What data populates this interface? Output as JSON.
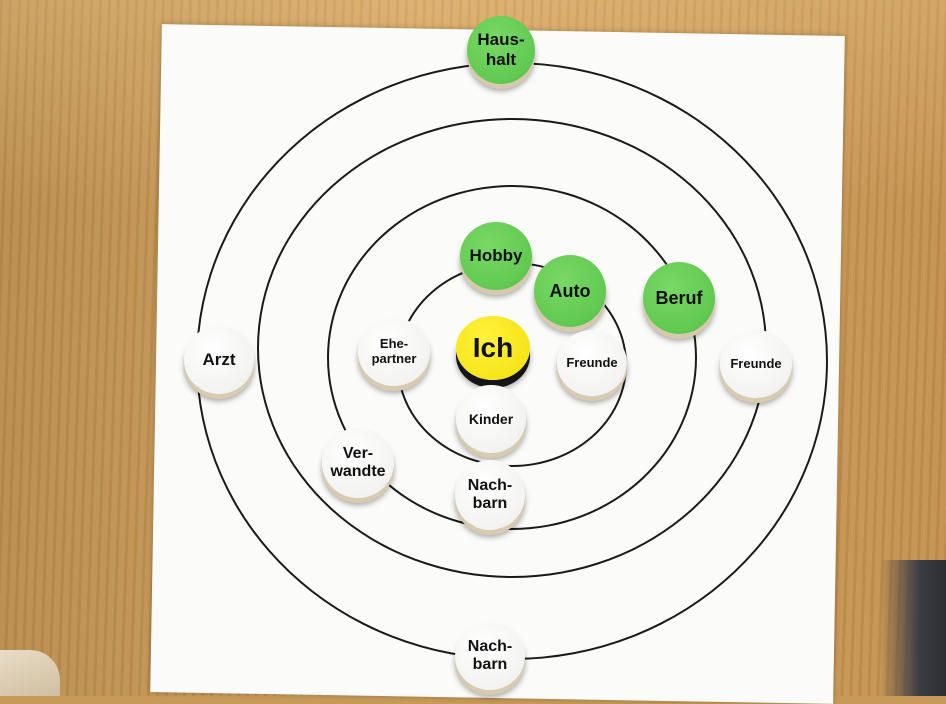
{
  "board": {
    "center_label": "Ich",
    "center_color": "#f5e316",
    "ring_count": 4,
    "tokens": [
      {
        "id": "haushalt",
        "label": "Haus-\nhalt",
        "color": "green"
      },
      {
        "id": "hobby",
        "label": "Hobby",
        "color": "green"
      },
      {
        "id": "auto",
        "label": "Auto",
        "color": "green"
      },
      {
        "id": "beruf",
        "label": "Beruf",
        "color": "green"
      },
      {
        "id": "arzt",
        "label": "Arzt",
        "color": "white"
      },
      {
        "id": "ehepartner",
        "label": "Ehe-\npartner",
        "color": "white"
      },
      {
        "id": "freunde-inner",
        "label": "Freunde",
        "color": "white"
      },
      {
        "id": "freunde-outer",
        "label": "Freunde",
        "color": "white"
      },
      {
        "id": "kinder",
        "label": "Kinder",
        "color": "white"
      },
      {
        "id": "verwandte",
        "label": "Ver-\nwandte",
        "color": "white"
      },
      {
        "id": "nachbarn-inner",
        "label": "Nach-\nbarn",
        "color": "white"
      },
      {
        "id": "nachbarn-outer",
        "label": "Nach-\nbarn",
        "color": "white"
      }
    ]
  },
  "colors": {
    "green_token": "#61c951",
    "white_token": "#f3f3f1",
    "yellow_token": "#f5e316",
    "ring_line": "#1a1a1a",
    "paper": "#fbfbf9",
    "table": "#c79a58"
  }
}
